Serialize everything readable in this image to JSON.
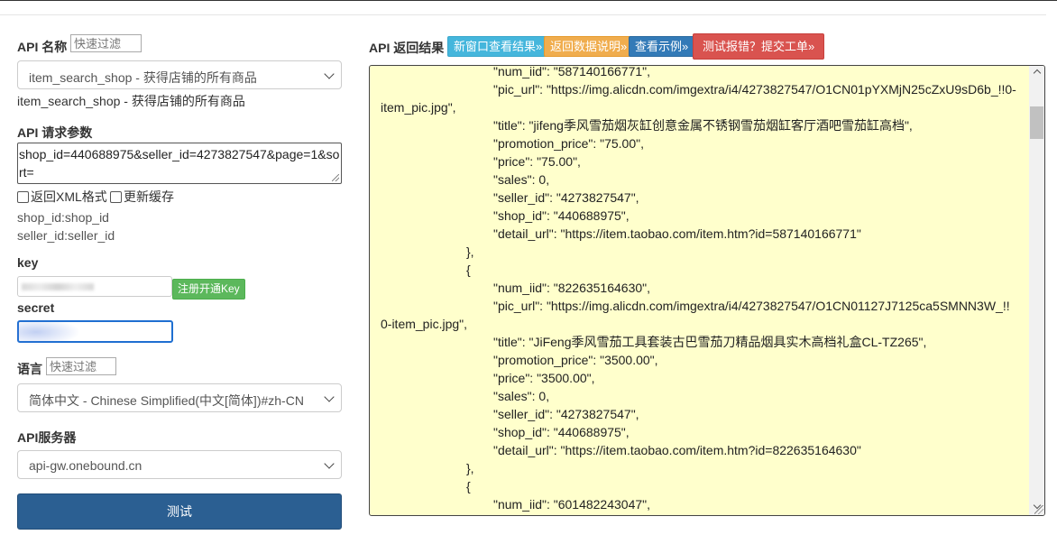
{
  "api_name": {
    "label": "API 名称",
    "filter_placeholder": "快速过滤",
    "selected": "item_search_shop - 获得店铺的所有商品",
    "description": "item_search_shop - 获得店铺的所有商品"
  },
  "request_params": {
    "label": "API 请求参数",
    "value": "shop_id=440688975&seller_id=4273827547&page=1&sort=",
    "xml_label": "返回XML格式",
    "cache_label": "更新缓存",
    "hints": [
      "shop_id:shop_id",
      "seller_id:seller_id"
    ]
  },
  "key": {
    "label": "key",
    "register_button": "注册开通Key"
  },
  "secret": {
    "label": "secret"
  },
  "language": {
    "label": "语言",
    "filter_placeholder": "快速过滤",
    "selected": "简体中文 - Chinese Simplified(中文[简体])#zh-CN"
  },
  "server": {
    "label": "API服务器",
    "selected": "api-gw.onebound.cn"
  },
  "test_button": "测试",
  "result": {
    "title": "API 返回结果",
    "buttons": [
      "新窗口查看结果»",
      "返回数据说明»",
      "查看示例»",
      "测试报错？提交工单»"
    ],
    "lines": [
      {
        "indent": 2,
        "text": "\"num_iid\": \"587140166771\","
      },
      {
        "indent": 2,
        "text": "\"pic_url\": \"https://img.alicdn.com/imgextra/i4/4273827547/O1CN01pYXMjN25cZxU9sD6b_!!0-"
      },
      {
        "indent": 0,
        "text": "item_pic.jpg\","
      },
      {
        "indent": 2,
        "text": "\"title\": \"jifeng季风雪茄烟灰缸创意金属不锈钢雪茄烟缸客厅酒吧雪茄缸高档\","
      },
      {
        "indent": 2,
        "text": "\"promotion_price\": \"75.00\","
      },
      {
        "indent": 2,
        "text": "\"price\": \"75.00\","
      },
      {
        "indent": 2,
        "text": "\"sales\": 0,"
      },
      {
        "indent": 2,
        "text": "\"seller_id\": \"4273827547\","
      },
      {
        "indent": 2,
        "text": "\"shop_id\": \"440688975\","
      },
      {
        "indent": 2,
        "text": "\"detail_url\": \"https://item.taobao.com/item.htm?id=587140166771\""
      },
      {
        "indent": 1,
        "text": "},"
      },
      {
        "indent": 1,
        "text": "{"
      },
      {
        "indent": 2,
        "text": "\"num_iid\": \"822635164630\","
      },
      {
        "indent": 2,
        "text": "\"pic_url\": \"https://img.alicdn.com/imgextra/i4/4273827547/O1CN01127J7125ca5SMNN3W_!!"
      },
      {
        "indent": 0,
        "text": "0-item_pic.jpg\","
      },
      {
        "indent": 2,
        "text": "\"title\": \"JiFeng季风雪茄工具套装古巴雪茄刀精品烟具实木高档礼盒CL-TZ265\","
      },
      {
        "indent": 2,
        "text": "\"promotion_price\": \"3500.00\","
      },
      {
        "indent": 2,
        "text": "\"price\": \"3500.00\","
      },
      {
        "indent": 2,
        "text": "\"sales\": 0,"
      },
      {
        "indent": 2,
        "text": "\"seller_id\": \"4273827547\","
      },
      {
        "indent": 2,
        "text": "\"shop_id\": \"440688975\","
      },
      {
        "indent": 2,
        "text": "\"detail_url\": \"https://item.taobao.com/item.htm?id=822635164630\""
      },
      {
        "indent": 1,
        "text": "},"
      },
      {
        "indent": 1,
        "text": "{"
      },
      {
        "indent": 2,
        "text": "\"num_iid\": \"601482243047\","
      }
    ]
  }
}
